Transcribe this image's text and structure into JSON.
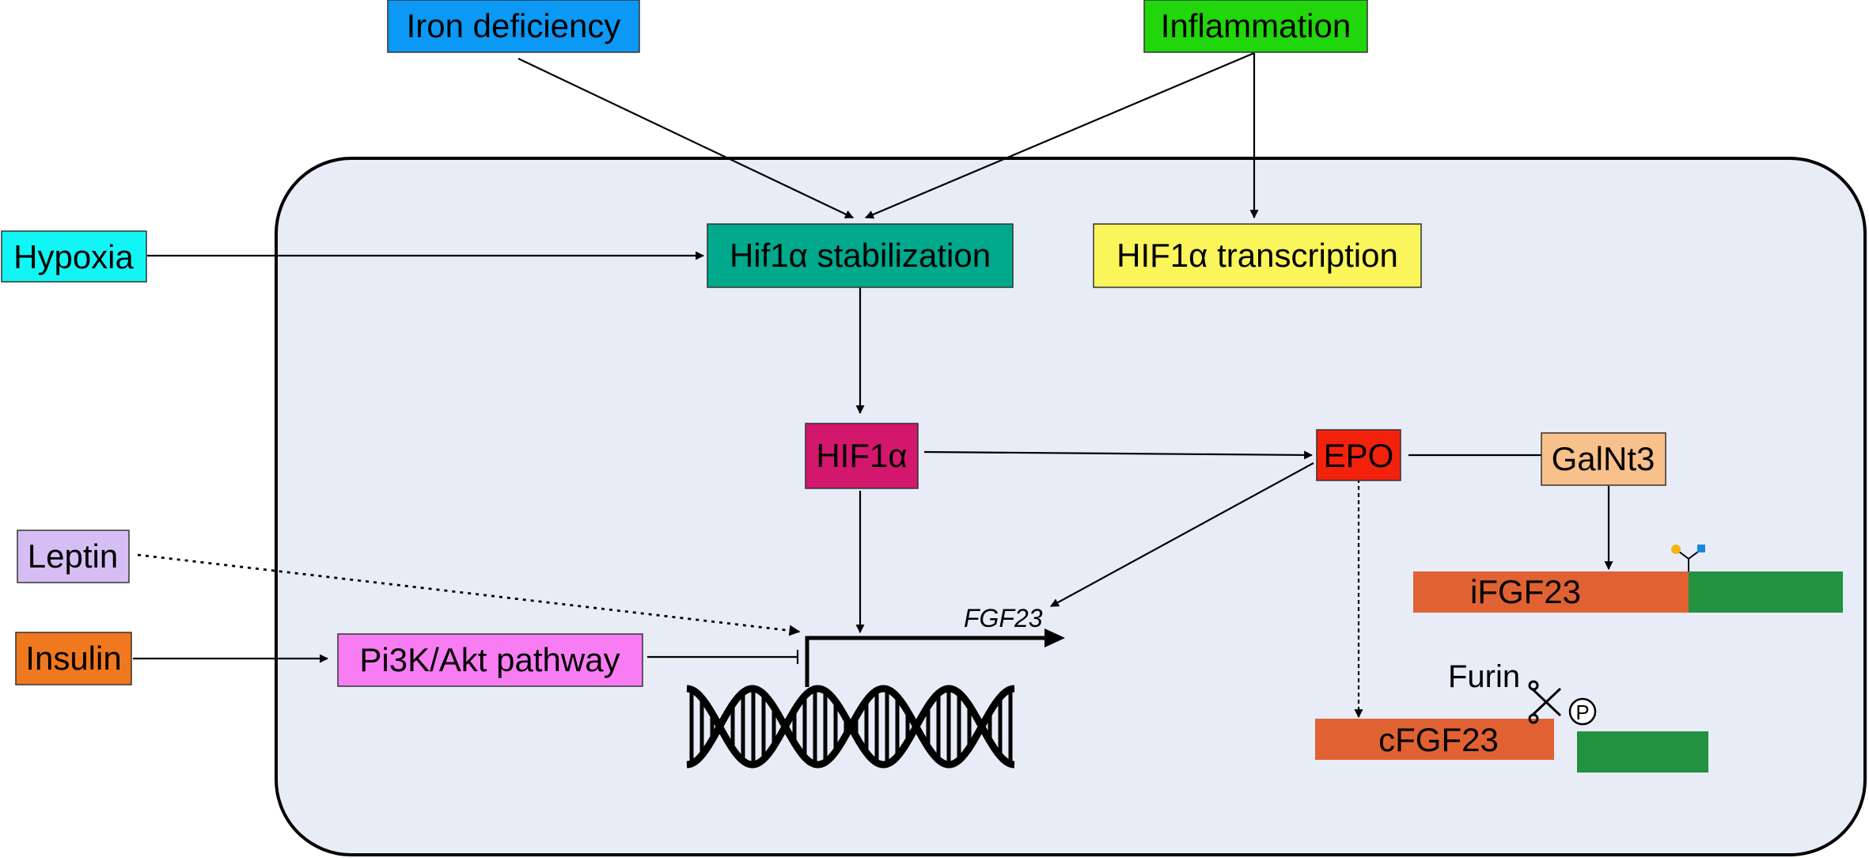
{
  "nodes": {
    "iron_deficiency": "Iron deficiency",
    "inflammation": "Inflammation",
    "hypoxia": "Hypoxia",
    "hif1a_stabilization": "Hif1α stabilization",
    "hif1a_transcription": "HIF1α transcription",
    "hif1a": "HIF1α",
    "epo": "EPO",
    "galnt3": "GalNt3",
    "leptin": "Leptin",
    "insulin": "Insulin",
    "pi3k_akt": "Pi3K/Akt pathway",
    "ifgf23": "iFGF23",
    "cfgf23": "cFGF23",
    "furin": "Furin",
    "gene_label": "FGF23",
    "phospho_label": "P"
  },
  "colors": {
    "iron_deficiency": "#0b99f5",
    "inflammation": "#21d60b",
    "hypoxia": "#12f5f5",
    "hif1a_stabilization": "#00a88c",
    "hif1a_transcription": "#faf55a",
    "hif1a": "#d3176d",
    "epo": "#f3220d",
    "galnt3": "#f8c08a",
    "leptin": "#d6bef5",
    "insulin": "#f0781e",
    "pi3k_akt": "#f97df2",
    "fgf23_orange": "#e06233",
    "fgf23_green": "#229140",
    "cell_fill": "#e8ecf7"
  }
}
